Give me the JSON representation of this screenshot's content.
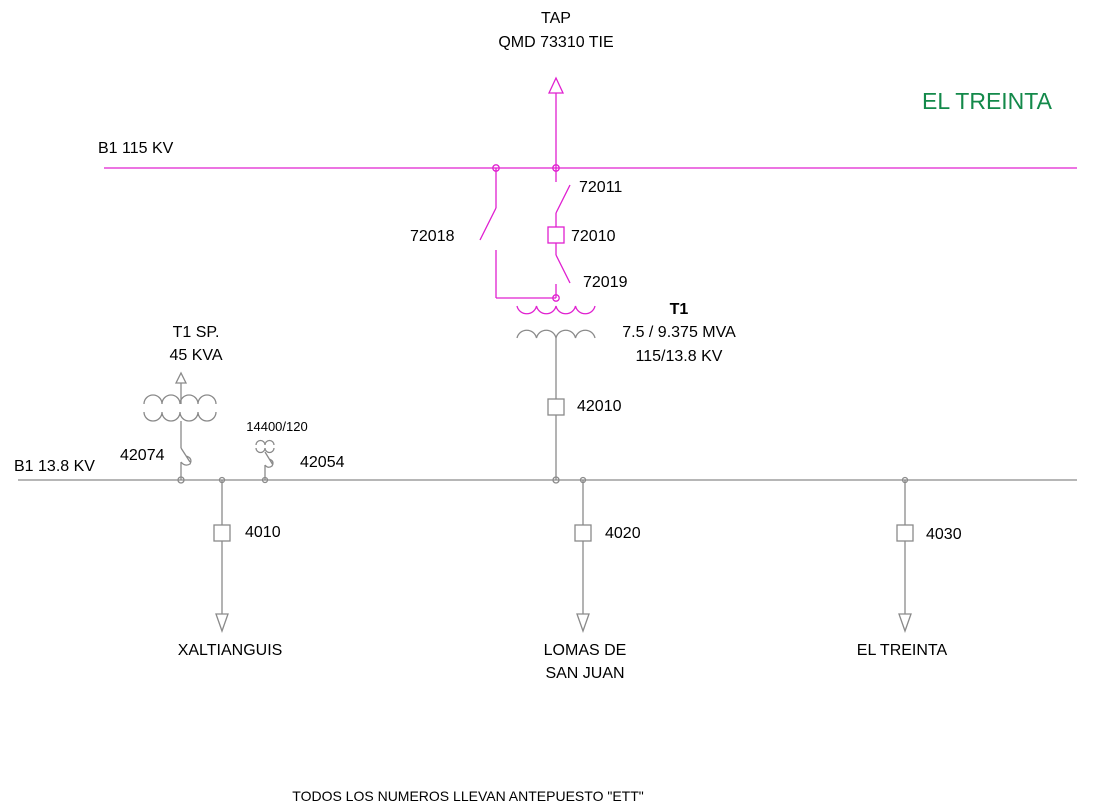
{
  "colors": {
    "hv": "#e020d0",
    "lv": "#8a8a8a",
    "text": "#000000",
    "station": "#13894a"
  },
  "station_name": "EL TREINTA",
  "tap": {
    "line1": "TAP",
    "line2": "QMD 73310 TIE"
  },
  "buses": {
    "hv_label": "B1 115 KV",
    "lv_label": "B1 13.8 KV"
  },
  "hv_devices": {
    "switch_upper": "72011",
    "breaker": "72010",
    "switch_lower": "72019",
    "bypass_switch": "72018"
  },
  "transformer": {
    "name": "T1",
    "rating": "7.5 / 9.375 MVA",
    "voltage": "115/13.8 KV",
    "lv_breaker": "42010"
  },
  "service_transformer": {
    "name": "T1 SP.",
    "rating": "45 KVA",
    "fuse": "42074"
  },
  "potential_transformer": {
    "ratio": "14400/120",
    "fuse": "42054"
  },
  "feeders": [
    {
      "breaker": "4010",
      "name_line1": "XALTIANGUIS",
      "name_line2": ""
    },
    {
      "breaker": "4020",
      "name_line1": "LOMAS DE",
      "name_line2": "SAN JUAN"
    },
    {
      "breaker": "4030",
      "name_line1": "EL TREINTA",
      "name_line2": ""
    }
  ],
  "footnote": "TODOS LOS NUMEROS LLEVAN ANTEPUESTO \"ETT\""
}
